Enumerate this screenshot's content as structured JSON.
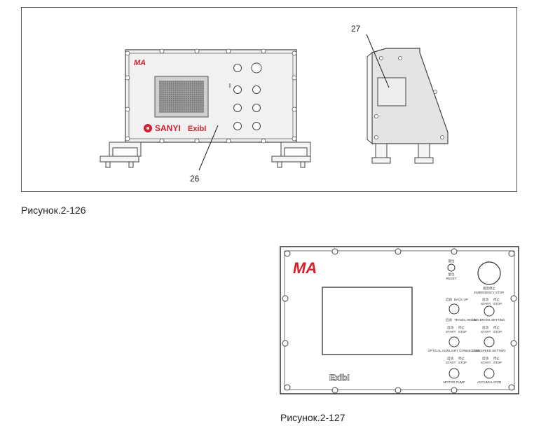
{
  "figure1": {
    "caption": "Рисунок.2-126",
    "callout_front": "26",
    "callout_side": "27",
    "logo_ma": "MA",
    "logo_sanyi": "SANYI",
    "logo_exibi": "ExibI"
  },
  "figure2": {
    "caption": "Рисунок.2-127",
    "logo_ma": "MA",
    "logo_exibi": "ExibI",
    "labels": {
      "reset_top": "复位",
      "reset_en": "RESET",
      "emergency_cn": "紧急停止",
      "emergency_en": "EMERGENCY STOP",
      "start_cn": "启动",
      "stop_cn": "停止",
      "start_en": "START",
      "stop_en": "STOP",
      "back_up": "BACK UP",
      "travel_mode": "TRAVEL MODE",
      "ind_brake": "IND BRAKE SETTING",
      "optical_auxiliary": "OPTICAL AUXILIARY CONNECTION",
      "low_speed": "LOW SPEED SETTING",
      "motor_pump": "MOTOR PUMP",
      "accumulator": "ACCUMULATOR"
    }
  }
}
